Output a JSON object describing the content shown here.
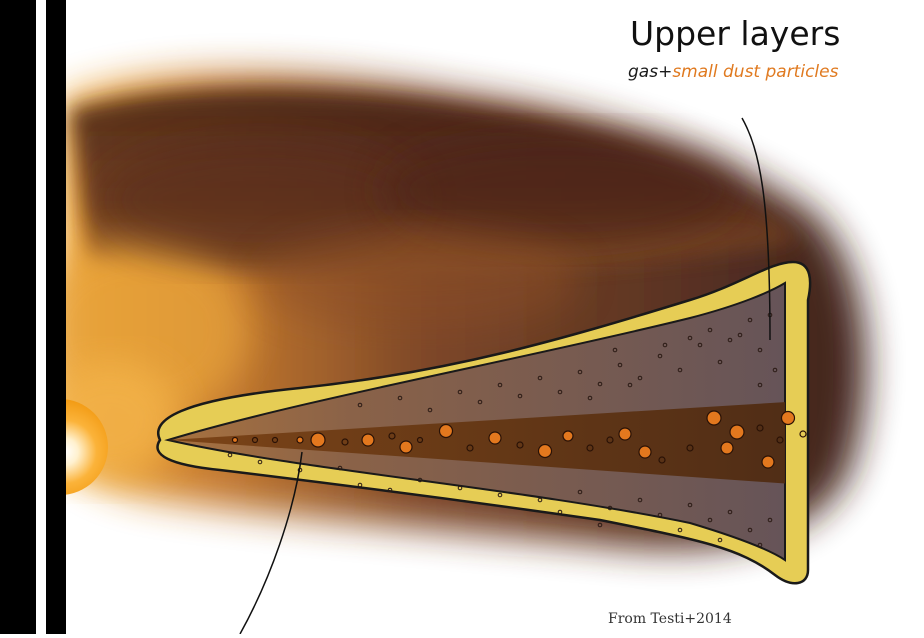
{
  "annotation": {
    "title": "Upper layers",
    "subtitle_part1": "gas+",
    "subtitle_part2": "small dust particles"
  },
  "credit": "From Testi+2014",
  "colors": {
    "star": "#f7a21b",
    "disk_upper": "#6e5a5c",
    "disk_midplane": "#5a3212",
    "rim": "#e6cd55",
    "grain": "#e3781e",
    "accent_text": "#e07a20"
  },
  "icons": {
    "star": "star-icon",
    "cloud": "gas-cloud-icon"
  }
}
